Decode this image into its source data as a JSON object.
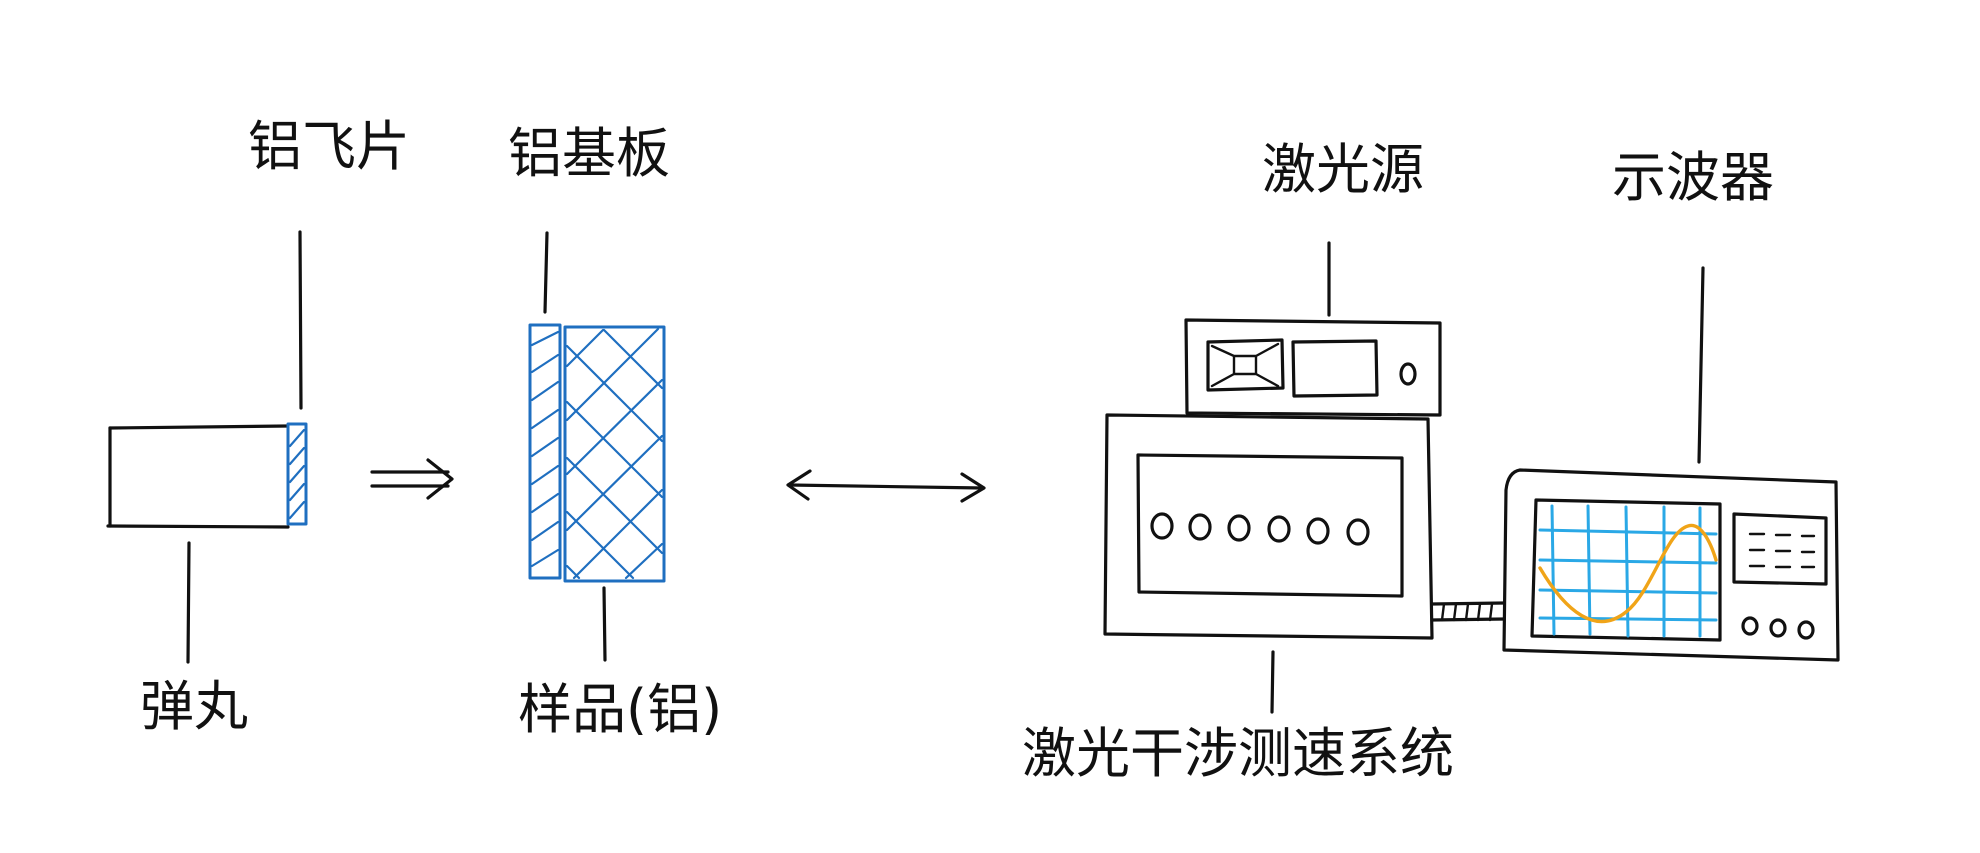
{
  "labels": {
    "flyer": "铝飞片",
    "substrate": "铝基板",
    "laser_source": "激光源",
    "oscilloscope": "示波器",
    "projectile": "弹丸",
    "sample": "样品(铝)",
    "velocimetry_system": "激光干涉测速系统"
  },
  "colors": {
    "ink": "#111111",
    "aluminum_hatch": "#1f6fc0",
    "screen_grid": "#2aa8e6",
    "signal_wave": "#f0a418"
  }
}
